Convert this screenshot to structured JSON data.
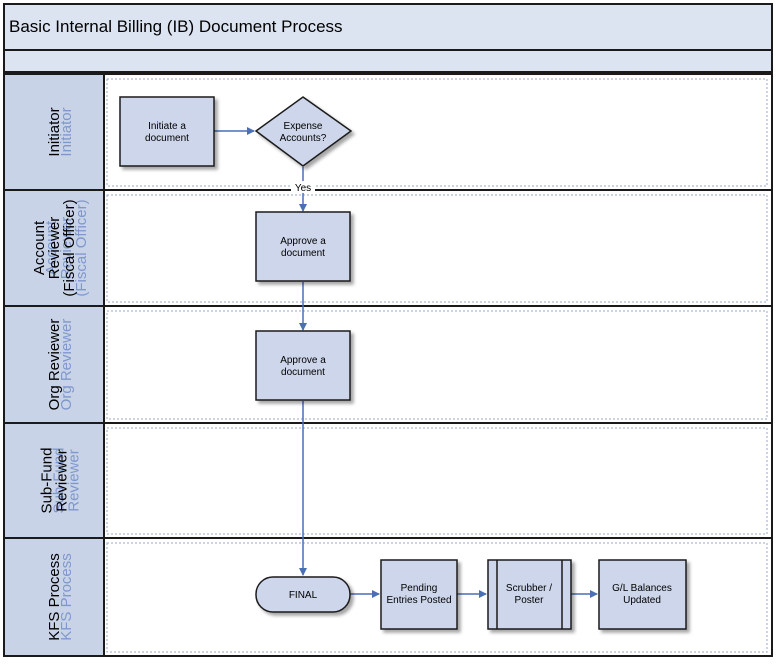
{
  "title": "Basic Internal Billing (IB) Document Process",
  "colors": {
    "header_fill": "#dce3f1",
    "lane_label_fill": "#c9d3e8",
    "node_fill": "#cdd6ea",
    "edge": "#4a6fb5",
    "shadow_text": "#7f98cc"
  },
  "lanes": [
    {
      "id": "initiator",
      "lines": [
        "Initiator"
      ]
    },
    {
      "id": "account-reviewer",
      "lines": [
        "Account",
        "Reviewer",
        "(Fiscal Officer)"
      ]
    },
    {
      "id": "org-reviewer",
      "lines": [
        "Org Reviewer"
      ]
    },
    {
      "id": "sub-fund-reviewer",
      "lines": [
        "Sub-Fund",
        "Reviewer"
      ]
    },
    {
      "id": "kfs-process",
      "lines": [
        "KFS Process"
      ]
    }
  ],
  "nodes": {
    "initiate": {
      "lines": [
        "Initiate a",
        "document"
      ]
    },
    "expense": {
      "lines": [
        "Expense",
        "Accounts?"
      ]
    },
    "approve_account": {
      "lines": [
        "Approve a",
        "document"
      ]
    },
    "approve_org": {
      "lines": [
        "Approve a",
        "document"
      ]
    },
    "final": {
      "lines": [
        "FINAL"
      ]
    },
    "pending": {
      "lines": [
        "Pending",
        "Entries Posted"
      ]
    },
    "scrubber": {
      "lines": [
        "Scrubber /",
        "Poster"
      ]
    },
    "gl": {
      "lines": [
        "G/L Balances",
        "Updated"
      ]
    }
  },
  "edges": {
    "yes_label": "Yes"
  }
}
